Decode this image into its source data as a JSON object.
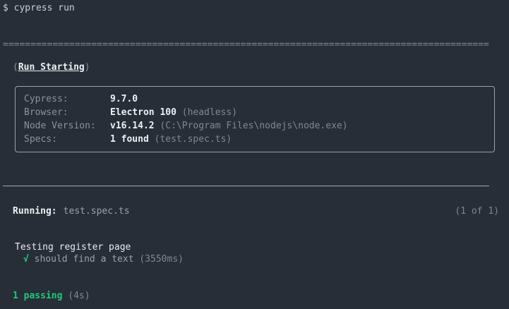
{
  "terminal": {
    "background_color": "#272e38",
    "prompt": {
      "sigil": "$",
      "command": "cypress run"
    },
    "separator_equals": "========================================================================================",
    "separator_thin": "────────────────────────────────────────────────────────────────────────────────────────",
    "run_starting": {
      "open_paren": "(",
      "label": "Run Starting",
      "close_paren": ")"
    },
    "info_box": {
      "rows": [
        {
          "label": "Cypress:",
          "value": "9.7.0",
          "note": ""
        },
        {
          "label": "Browser:",
          "value": "Electron 100",
          "note": "(headless)"
        },
        {
          "label": "Node Version:",
          "value": "v16.14.2",
          "note": "(C:\\Program Files\\nodejs\\node.exe)"
        },
        {
          "label": "Specs:",
          "value": "1 found",
          "note": "(test.spec.ts)"
        }
      ]
    },
    "running": {
      "label": "Running:",
      "spec": "test.spec.ts",
      "counter": "(1 of 1)"
    },
    "results": {
      "suite_title": "Testing register page",
      "tests": [
        {
          "status_icon": "√",
          "name": "should find a text",
          "duration": "(3550ms)"
        }
      ]
    },
    "summary": {
      "passing": "1 passing",
      "duration": "(4s)"
    },
    "colors": {
      "green": "#23c87a",
      "bright_text": "#eef1f5",
      "dim_text": "#8a929e",
      "dimmer_text": "#7f8793",
      "border": "#9aa1ab"
    }
  }
}
